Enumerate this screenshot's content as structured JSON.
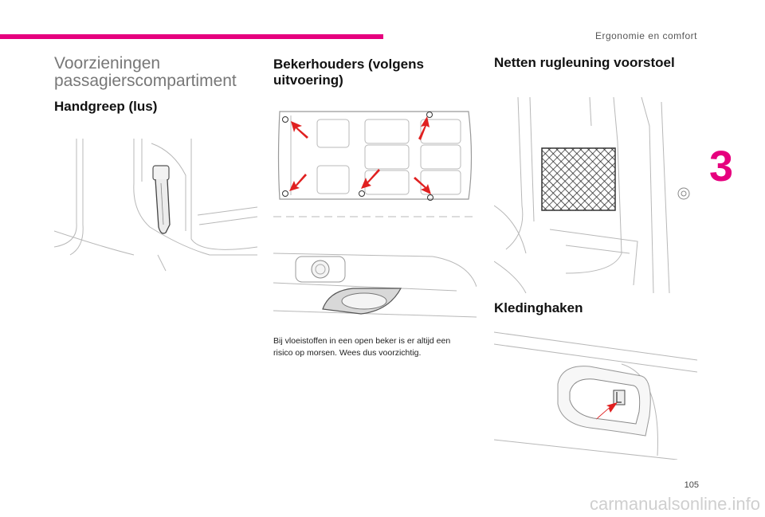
{
  "header": {
    "section": "Ergonomie en comfort",
    "chapter": "3",
    "page_number": "105"
  },
  "watermark": "carmanualsonline.info",
  "col1": {
    "title": "Voorzieningen passagierscompartiment",
    "subtitle": "Handgreep (lus)"
  },
  "col2": {
    "title": "Bekerhouders (volgens uitvoering)",
    "caption": "Bij vloeistoffen in een open beker is er altijd een risico op morsen. Wees dus voorzichtig."
  },
  "col3": {
    "title": "Netten rugleuning voorstoel",
    "subtitle": "Kledinghaken"
  },
  "colors": {
    "accent": "#e6007e",
    "arrow": "#e02020"
  },
  "icons": [
    "red-arrow-icon"
  ]
}
